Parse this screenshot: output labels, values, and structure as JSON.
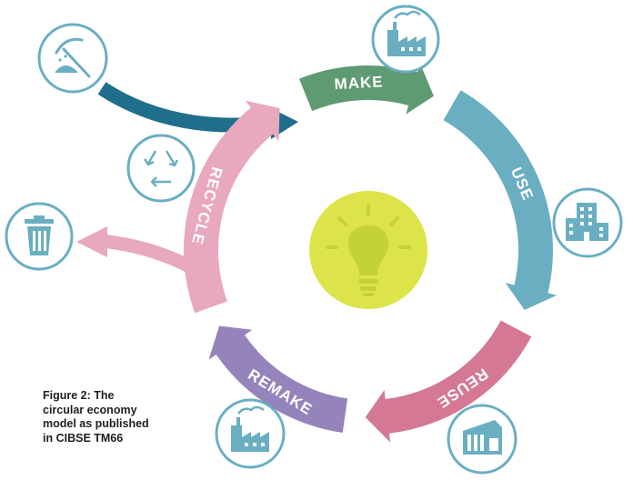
{
  "stages": [
    {
      "id": "make",
      "label": "MAKE",
      "color": "#5e9a72"
    },
    {
      "id": "use",
      "label": "USE",
      "color": "#6aaec2"
    },
    {
      "id": "reuse",
      "label": "REUSE",
      "color": "#d47894"
    },
    {
      "id": "remake",
      "label": "REMAKE",
      "color": "#9484bb"
    },
    {
      "id": "recycle",
      "label": "RECYCLE",
      "color": "#e8a8bd"
    }
  ],
  "caption": {
    "lines": [
      "Figure 2: The",
      "circular economy",
      "model as published",
      "in CIBSE TM66"
    ]
  },
  "colors": {
    "icon_stroke": "#6aaec2",
    "icon_fill": "#6aaec2",
    "extraction_arrow": "#1f6e8c",
    "waste_arrow": "#e8a8bd",
    "bulb_background": "#dde44a",
    "bulb_icon": "#c4d23a"
  },
  "icons": [
    "mining-pickaxe-icon",
    "factory-icon",
    "office-building-icon",
    "warehouse-icon",
    "factory-icon",
    "landfill-bin-icon",
    "recycle-icon",
    "lightbulb-icon"
  ]
}
